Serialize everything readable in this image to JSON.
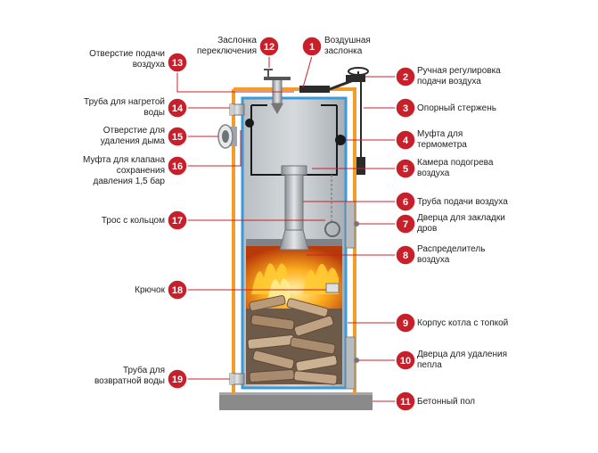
{
  "callouts": [
    {
      "num": "1",
      "lines": [
        "Воздушная",
        "заслонка"
      ]
    },
    {
      "num": "2",
      "lines": [
        "Ручная регулировка",
        "подачи воздуха"
      ]
    },
    {
      "num": "3",
      "lines": [
        "Опорный стержень"
      ]
    },
    {
      "num": "4",
      "lines": [
        "Муфта для",
        "термометра"
      ]
    },
    {
      "num": "5",
      "lines": [
        "Камера подогрева",
        "воздуха"
      ]
    },
    {
      "num": "6",
      "lines": [
        "Труба подачи воздуха"
      ]
    },
    {
      "num": "7",
      "lines": [
        "Дверца для закладки",
        "дров"
      ]
    },
    {
      "num": "8",
      "lines": [
        "Распределитель",
        "воздуха"
      ]
    },
    {
      "num": "9",
      "lines": [
        "Корпус котла с топкой"
      ]
    },
    {
      "num": "10",
      "lines": [
        "Дверца для удаления",
        "пепла"
      ]
    },
    {
      "num": "11",
      "lines": [
        "Бетонный пол"
      ]
    },
    {
      "num": "12",
      "lines": [
        "Заслонка",
        "переключения"
      ]
    },
    {
      "num": "13",
      "lines": [
        "Отверстие подачи",
        "воздуха"
      ]
    },
    {
      "num": "14",
      "lines": [
        "Труба для нагретой",
        "воды"
      ]
    },
    {
      "num": "15",
      "lines": [
        "Отверстие для",
        "удаления дыма"
      ]
    },
    {
      "num": "16",
      "lines": [
        "Муфта для клапана",
        "сохранения",
        "давления 1,5 бар"
      ]
    },
    {
      "num": "17",
      "lines": [
        "Трос с кольцом"
      ]
    },
    {
      "num": "18",
      "lines": [
        "Крючок"
      ]
    },
    {
      "num": "19",
      "lines": [
        "Труба для",
        "возвратной воды"
      ]
    }
  ],
  "colors": {
    "badge": "#c8202a",
    "outer_casing": "#f39c2a",
    "inner_casing": "#3a9ad9",
    "steel": "#a9afb5",
    "floor": "#8a8a8a",
    "fire": "#f5a623"
  }
}
